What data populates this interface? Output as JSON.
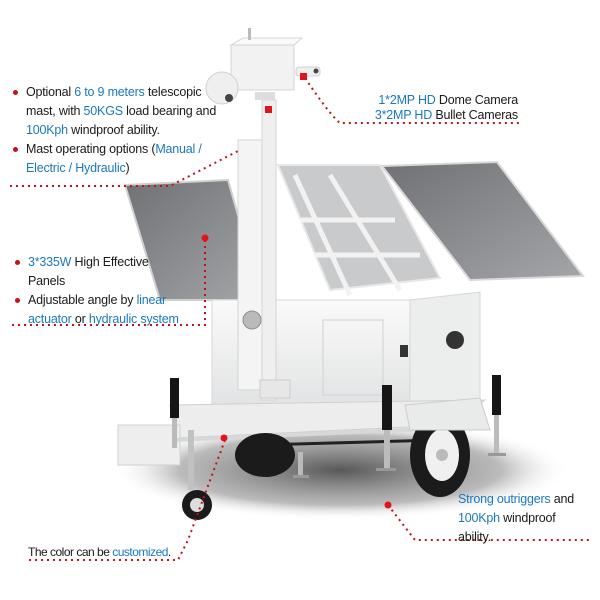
{
  "colors": {
    "highlight_text": "#1a78c2",
    "body_text": "#1a1a1a",
    "bullet_and_dots": "#c4121a",
    "background": "#ffffff",
    "trailer_body": "#f3f4f4",
    "solar_panel": "#8a8c8f"
  },
  "callouts": {
    "mast": {
      "items": [
        {
          "parts": [
            "Optional ",
            "6 to 9 meters",
            " telescopic mast, with ",
            "50KGS",
            " load bearing and ",
            "100Kph",
            " windproof ability."
          ]
        },
        {
          "parts": [
            "Mast operating options (",
            "Manual / Electric / Hydraulic",
            ")"
          ]
        }
      ]
    },
    "cameras": {
      "line1": {
        "highlight": "1*2MP HD",
        "text": " Dome Camera"
      },
      "line2": {
        "highlight": "3*2MP HD",
        "text": " Bullet Cameras"
      }
    },
    "panels": {
      "items": [
        {
          "parts": [
            "3*335W",
            " High Effective Panels"
          ]
        },
        {
          "parts": [
            "Adjustable angle by ",
            "linear actuator",
            " or ",
            "hydraulic system"
          ]
        }
      ]
    },
    "outriggers": {
      "parts": [
        "Strong outriggers",
        " and ",
        "100Kph",
        " windproof ability."
      ]
    },
    "color": {
      "parts": [
        "The color can be ",
        "customized",
        "."
      ]
    }
  }
}
